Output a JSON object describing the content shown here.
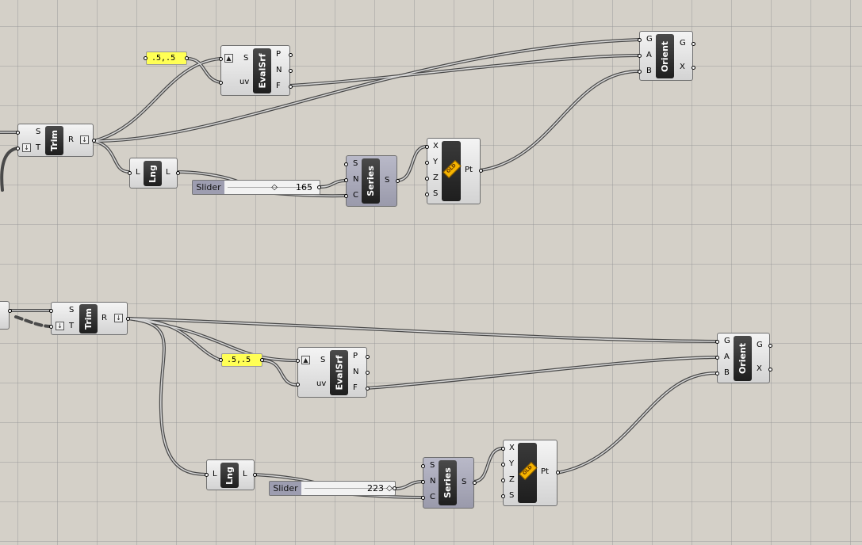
{
  "canvas": {
    "wire_color": "#4a4a4a",
    "panel_color": "#ffff55"
  },
  "trim": {
    "name": "Trim",
    "in": [
      "S",
      "T"
    ],
    "out": "R"
  },
  "evalsrf": {
    "name": "EvalSrf",
    "in": [
      "S",
      "uv"
    ],
    "out": [
      "P",
      "N",
      "F"
    ]
  },
  "orient": {
    "name": "Orient",
    "in": [
      "G",
      "A",
      "B"
    ],
    "out": [
      "G",
      "X"
    ]
  },
  "lng": {
    "name": "Lng",
    "in": "L",
    "out": "L"
  },
  "series": {
    "name": "Series",
    "in": [
      "S",
      "N",
      "C"
    ],
    "out": "S"
  },
  "pt": {
    "badge": "OLD",
    "in": [
      "X",
      "Y",
      "Z",
      "S"
    ],
    "out": "Pt"
  },
  "group1": {
    "panel": ".5,.5",
    "slider_label": "Slider",
    "slider_value": "165"
  },
  "group2": {
    "panel": ".5,.5",
    "slider_label": "Slider",
    "slider_value": "223"
  }
}
